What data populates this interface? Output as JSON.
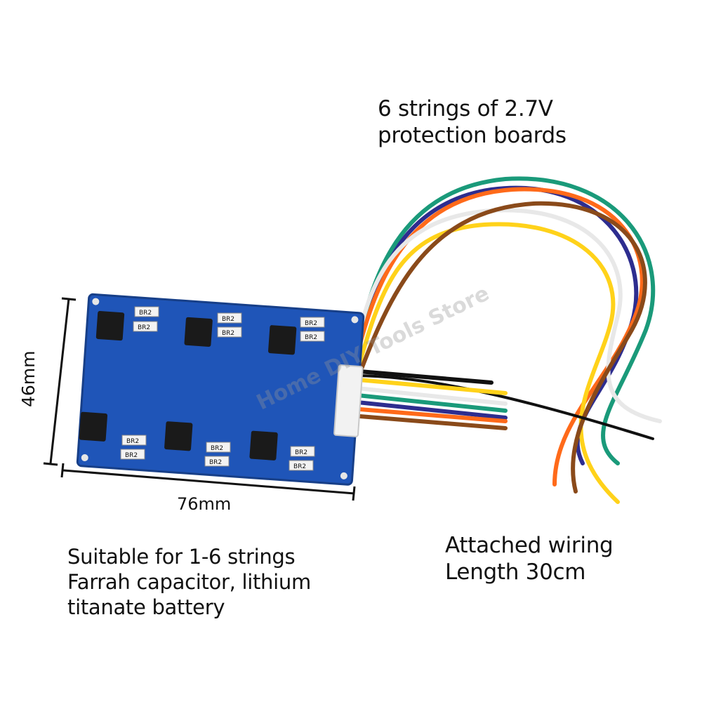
{
  "captions": {
    "title_line1": "6 strings of 2.7V",
    "title_line2": "protection boards",
    "wiring_line1": "Attached wiring",
    "wiring_line2": "Length 30cm",
    "suitable_line1": "Suitable for 1-6 strings",
    "suitable_line2": "Farrah capacitor, lithium",
    "suitable_line3": "titanate battery"
  },
  "dimensions": {
    "width": "76mm",
    "height": "46mm"
  },
  "watermark": "Home DIY Tools Store",
  "board_labels": [
    "BR2",
    "BR2",
    "BR2",
    "BR2",
    "BR2",
    "BR2",
    "BR2",
    "BR2",
    "BR2",
    "BR2",
    "BR2",
    "BR2"
  ],
  "colors": {
    "board": "#1f55b8",
    "wires": [
      "#2d2d8f",
      "#1a9a7a",
      "#ff6a1a",
      "#ffffff",
      "#ffd21a",
      "#8a4a1a",
      "#111111"
    ]
  }
}
